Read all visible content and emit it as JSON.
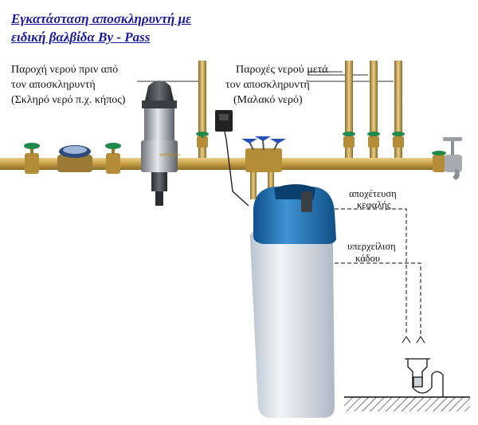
{
  "title": {
    "line1": "Εγκατάσταση αποσκληρυντή με",
    "line2": "ειδική βαλβίδα By - Pass"
  },
  "labels": {
    "supply_before": [
      "Παροχή νερού πριν από",
      "τον αποσκληρυντή",
      "(Σκληρό νερό π.χ. κήπος)"
    ],
    "supply_after": [
      "Παροχές νερού μετά",
      "τον αποσκληρυντή",
      "(Μαλακό νερό)"
    ],
    "head_drain": [
      "αποχέτευση",
      "κεφαλής"
    ],
    "tank_overflow": [
      "υπερχείλιση",
      "κάδου"
    ]
  },
  "product_brand": "WATERplus",
  "colors": {
    "title": "#1a1aa6",
    "pipe": "#c9a24a",
    "valve_handle": "#1f8a4c",
    "bypass_handle": "#2550b4",
    "tank_cap": "#1d6fb0",
    "tank_body": "#dde3ea"
  }
}
